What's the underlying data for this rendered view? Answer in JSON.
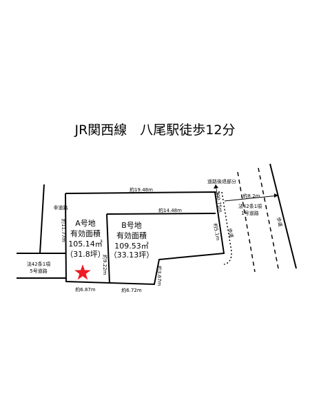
{
  "title": "JR関西線　八尾駅徒歩12分",
  "lot_a": {
    "name": "A号地",
    "line2": "有効面積",
    "area": "105.14㎡",
    "tsubo": "（31.8坪）"
  },
  "lot_b": {
    "name": "B号地",
    "line2": "有効面積",
    "area": "109.53㎡",
    "tsubo": "（33.13坪）"
  },
  "dims": {
    "top_total": "約19.48m",
    "b_top": "約14.48m",
    "left_side": "約11.77m",
    "divider": "約9.22m",
    "b_step": "約3.67m",
    "a_bottom": "約6.87m",
    "b_bottom": "約6.72m",
    "right_side": "約5.1m",
    "setback_depth": "約0.75m",
    "road_width": "約8.2m"
  },
  "roads": {
    "private_road": "非道路",
    "left_road": "法42条1項\n5号道路",
    "right_road": "法42条1項\n1号道路",
    "setback": "道路後退部分",
    "sidewalk": "歩道"
  },
  "colors": {
    "star": "#ee1c24",
    "line": "#000000"
  }
}
